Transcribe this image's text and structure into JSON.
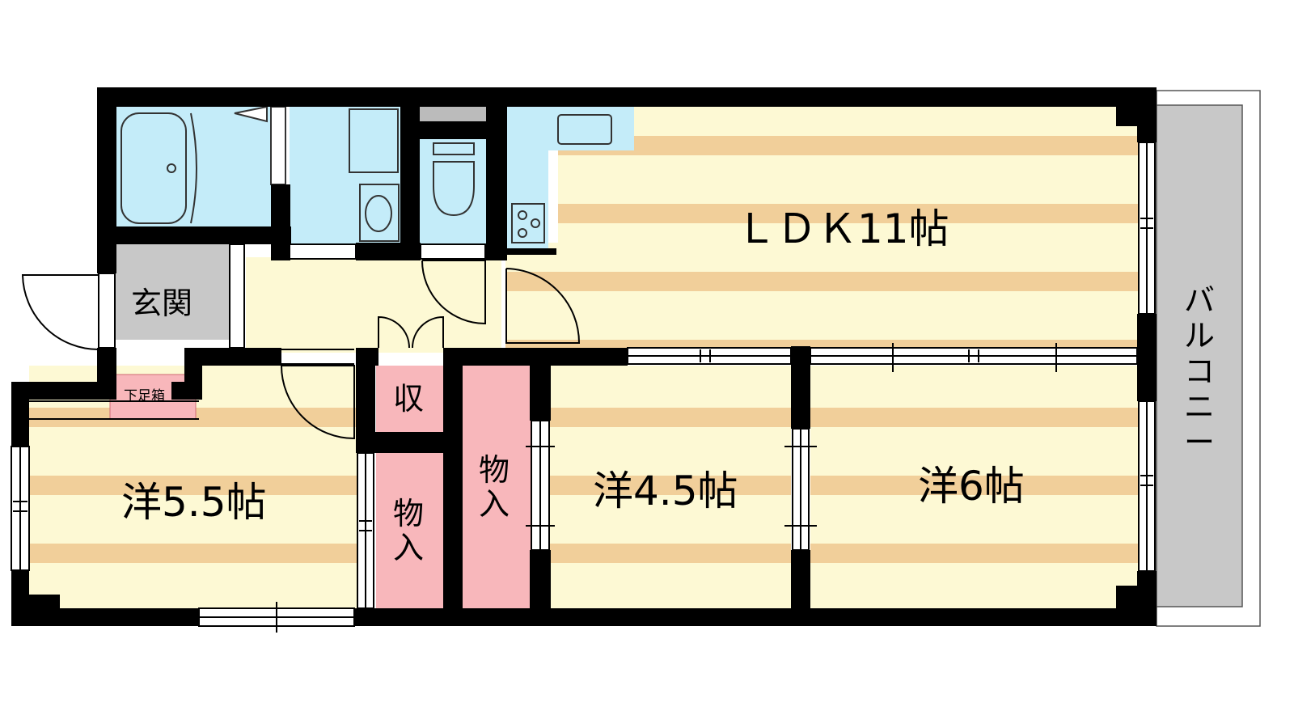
{
  "rooms": {
    "ldk": "ＬＤＫ11帖",
    "entrance": "玄関",
    "shoe_box": "下足箱",
    "west_55": "洋5.5帖",
    "west_45": "洋4.5帖",
    "west_6": "洋6帖",
    "storage_small": "収",
    "closet_a": [
      "物",
      "入"
    ],
    "closet_b": [
      "物",
      "入"
    ],
    "balcony": [
      "バ",
      "ル",
      "コ",
      "ニ",
      "ー"
    ]
  },
  "colors": {
    "wall": "#000000",
    "wet_area": "#c4ecf9",
    "floor_light": "#fdf9d4",
    "floor_stripe": "#f1cf9a",
    "entrance": "#c8c8c8",
    "storage": "#f8b7bb",
    "balcony": "#c8c8c8",
    "hall": "#fdf9d4"
  }
}
